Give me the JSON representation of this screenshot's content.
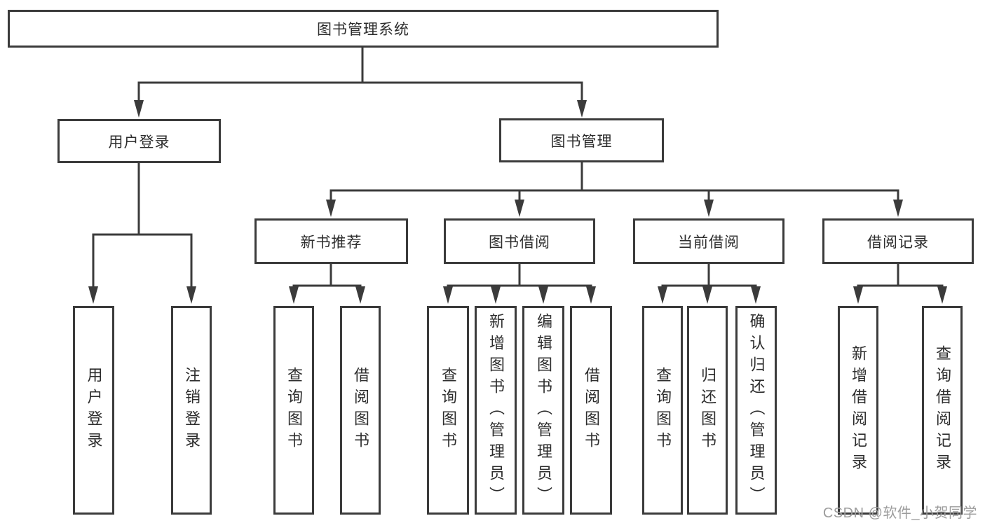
{
  "diagram": {
    "root": {
      "label": "图书管理系统"
    },
    "level2": [
      {
        "id": "user-login",
        "label": "用户登录"
      },
      {
        "id": "book-management",
        "label": "图书管理"
      }
    ],
    "level3": [
      {
        "id": "new-book-recommend",
        "label": "新书推荐"
      },
      {
        "id": "book-borrow",
        "label": "图书借阅"
      },
      {
        "id": "current-borrow",
        "label": "当前借阅"
      },
      {
        "id": "borrow-record",
        "label": "借阅记录"
      }
    ],
    "leaves": {
      "user_login": [
        {
          "label": "用户登录"
        },
        {
          "label": "注销登录"
        }
      ],
      "new_book_recommend": [
        {
          "label": "查询图书"
        },
        {
          "label": "借阅图书"
        }
      ],
      "book_borrow": [
        {
          "label": "查询图书"
        },
        {
          "label": "新增图书（管理员）"
        },
        {
          "label": "编辑图书（管理员）"
        },
        {
          "label": "借阅图书"
        }
      ],
      "current_borrow": [
        {
          "label": "查询图书"
        },
        {
          "label": "归还图书"
        },
        {
          "label": "确认归还（管理员）"
        }
      ],
      "borrow_record": [
        {
          "label": "新增借阅记录"
        },
        {
          "label": "查询借阅记录"
        }
      ]
    }
  },
  "watermark": {
    "text": "CSDN @软件_小贺同学"
  },
  "colors": {
    "line": "#3b3b3b",
    "box_fill": "#ffffff",
    "text": "#2d2d2d",
    "watermark": "#9c9c9c",
    "background": "#ffffff"
  }
}
